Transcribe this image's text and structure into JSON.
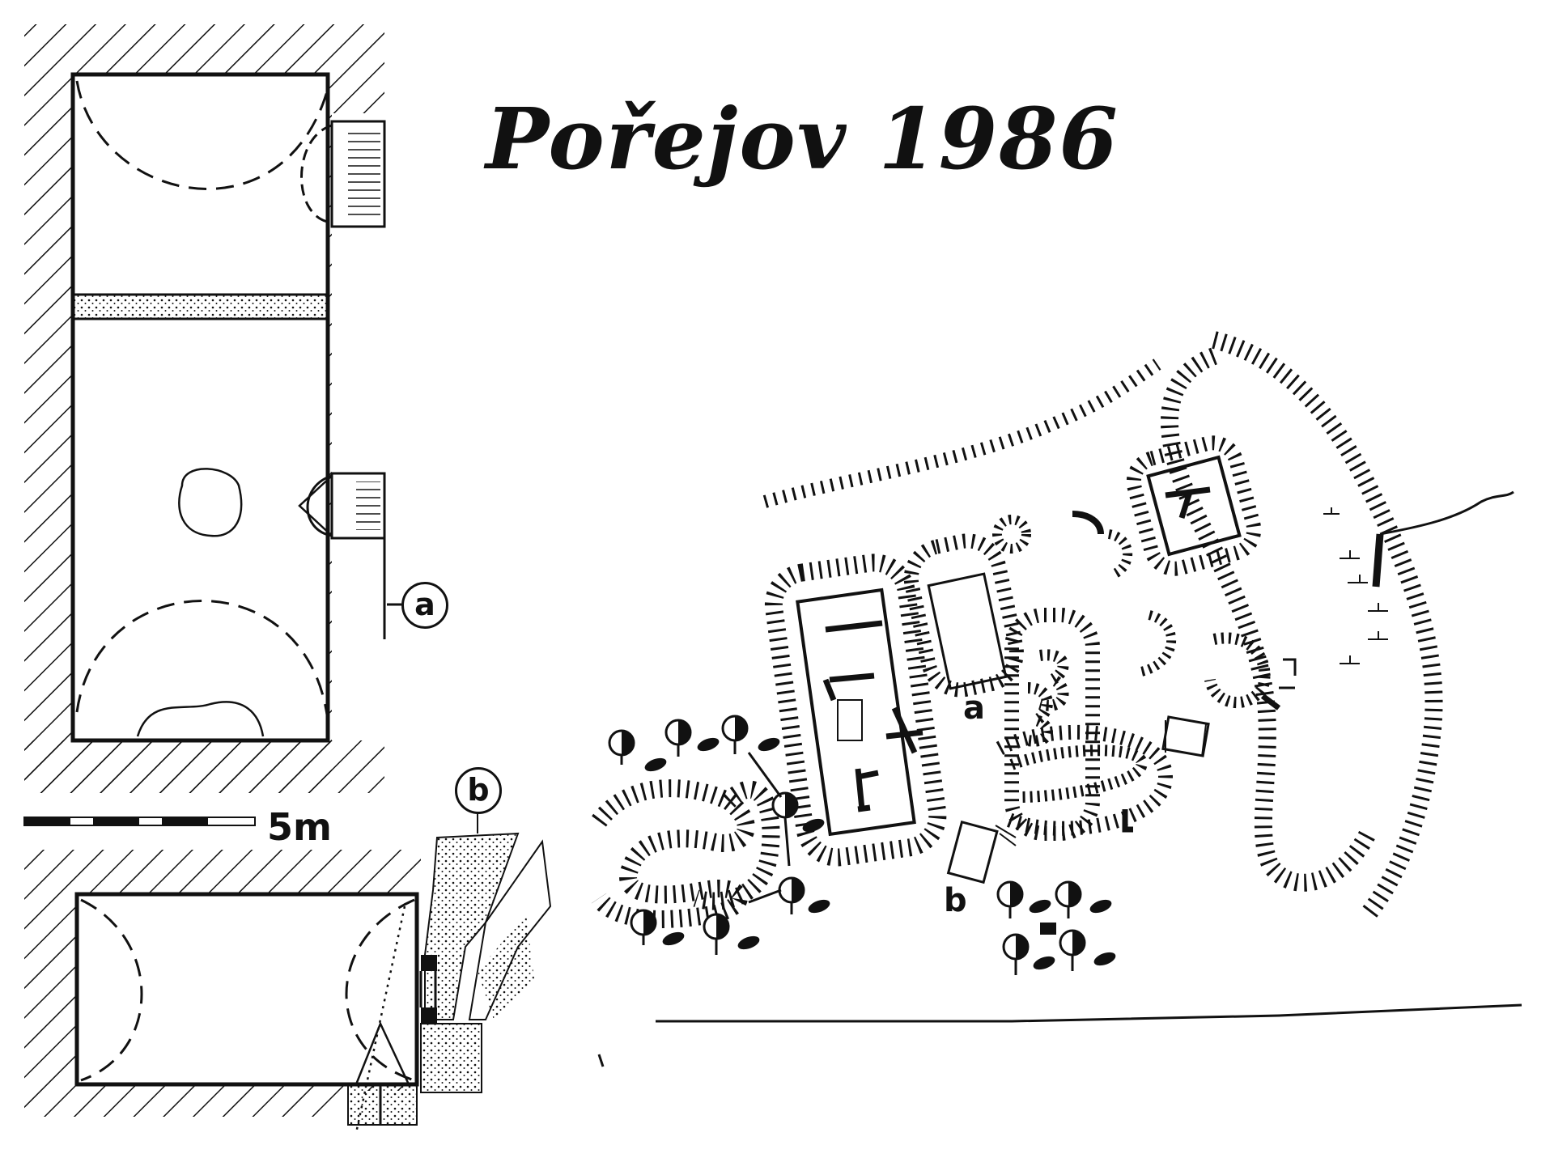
{
  "title": "Pořejov 1986",
  "scale_bar": {
    "label": "5m"
  },
  "labels": {
    "a_plan": "a",
    "b_plan": "b",
    "a_site": "a",
    "b_site": "b"
  },
  "colors": {
    "ink": "#111111",
    "paper": "#ffffff"
  }
}
